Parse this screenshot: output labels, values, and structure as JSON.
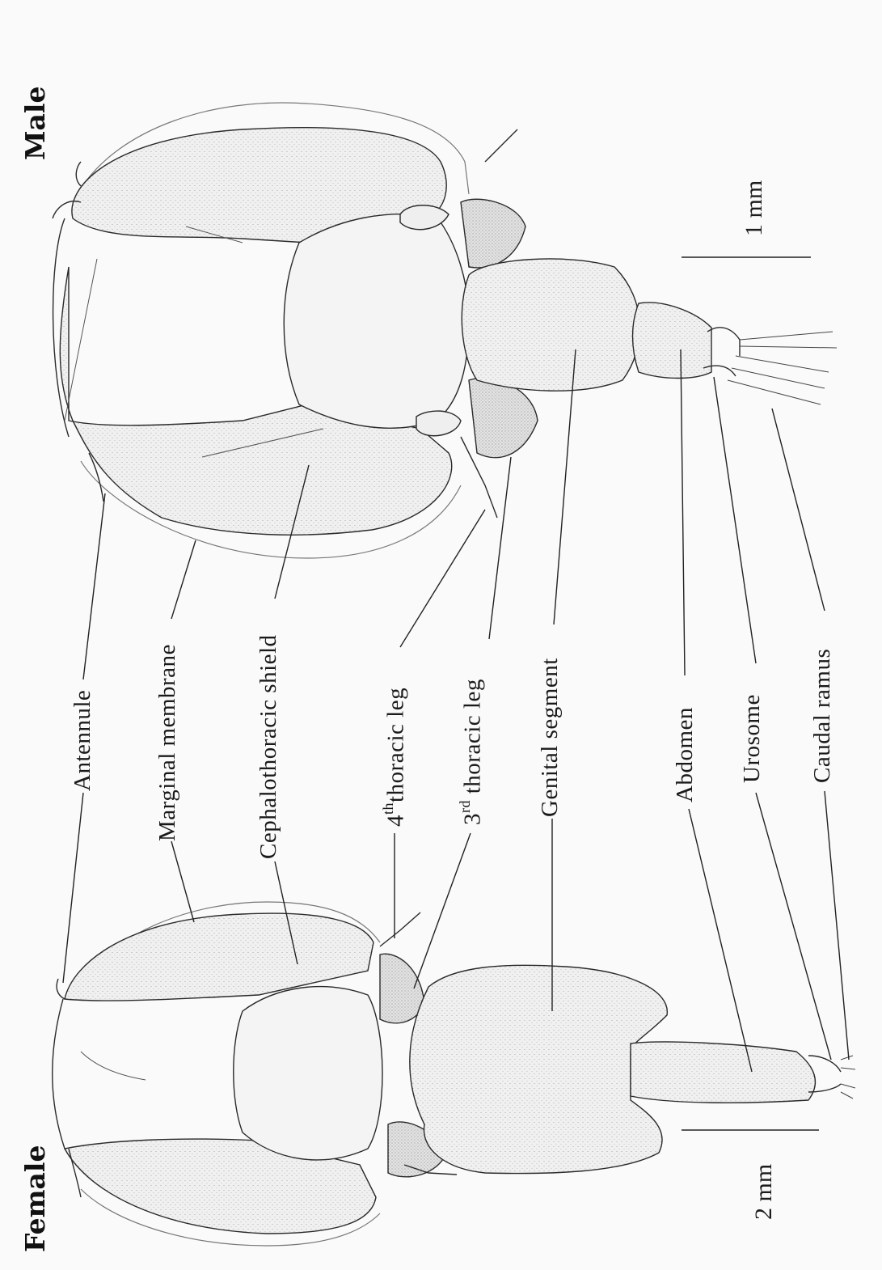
{
  "titles": {
    "male": "Male",
    "female": "Female"
  },
  "scale_bars": {
    "male": "1 mm",
    "female": "2 mm"
  },
  "labels": {
    "antennule": "Antennule",
    "marginal_membrane": "Marginal membrane",
    "cephalothoracic_shield": "Cephalothoracic shield",
    "leg4_number": "4",
    "leg4_suffix": "th",
    "leg4_text": "thoracic leg",
    "leg3_number": "3",
    "leg3_suffix": "rd",
    "leg3_text": " thoracic leg",
    "genital_segment": "Genital segment",
    "abdomen": "Abdomen",
    "urosome": "Urosome",
    "caudal_ramus": "Caudal ramus"
  },
  "colors": {
    "line": "#1e1e1e",
    "stipple": "#9a9a9a",
    "body_fill": "#ededed"
  }
}
